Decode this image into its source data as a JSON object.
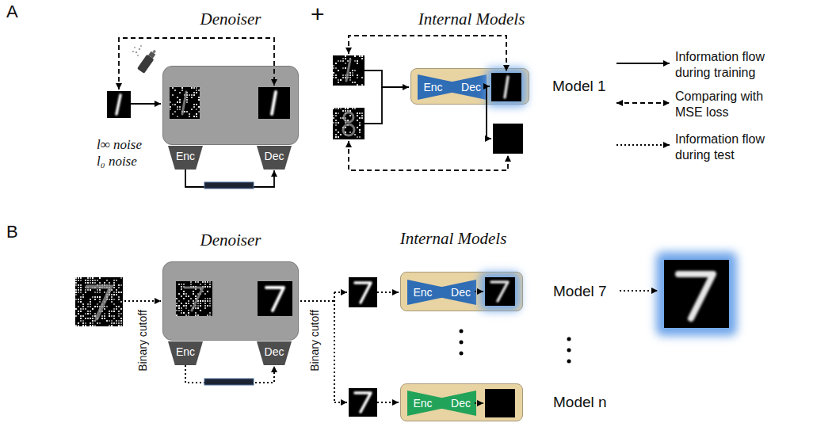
{
  "diagram": {
    "nodes": [
      {
        "text": [
          "Denoiser"
        ]
      },
      {
        "text": [
          "Enc"
        ],
        "in": 0
      },
      {
        "text": [
          "Dec"
        ],
        "in": 0
      },
      {
        "text": [
          "Model 1"
        ]
      },
      {
        "text": [
          "Enc"
        ],
        "in": 3
      },
      {
        "text": [
          "Dec"
        ],
        "in": 3
      },
      {
        "text": [
          "Denoiser"
        ]
      },
      {
        "text": [
          "Enc"
        ],
        "in": 6
      },
      {
        "text": [
          "Dec"
        ],
        "in": 6
      },
      {
        "text": [
          "Model 7"
        ]
      },
      {
        "text": [
          "Enc"
        ],
        "in": 9
      },
      {
        "text": [
          "Dec"
        ],
        "in": 9
      },
      {
        "text": [
          "Model n"
        ]
      },
      {
        "text": [
          "Enc"
        ],
        "in": 12
      },
      {
        "text": [
          "Dec"
        ],
        "in": 12
      }
    ],
    "edges": [
      {
        "from": 1,
        "to": 2,
        "arrow": "to"
      },
      {
        "from": 7,
        "to": 8,
        "arrow": "to"
      }
    ],
    "labels": [
      "A",
      "+",
      "Internal Models",
      "l∞ noise",
      "l₀ noise",
      "B",
      "Internal Models",
      "Binary cutoff",
      "Binary cutoff"
    ],
    "legend": [
      {
        "text": "Information flow during training"
      },
      {
        "text": "Comparing with MSE loss"
      },
      {
        "text": "Information flow during test"
      }
    ]
  }
}
